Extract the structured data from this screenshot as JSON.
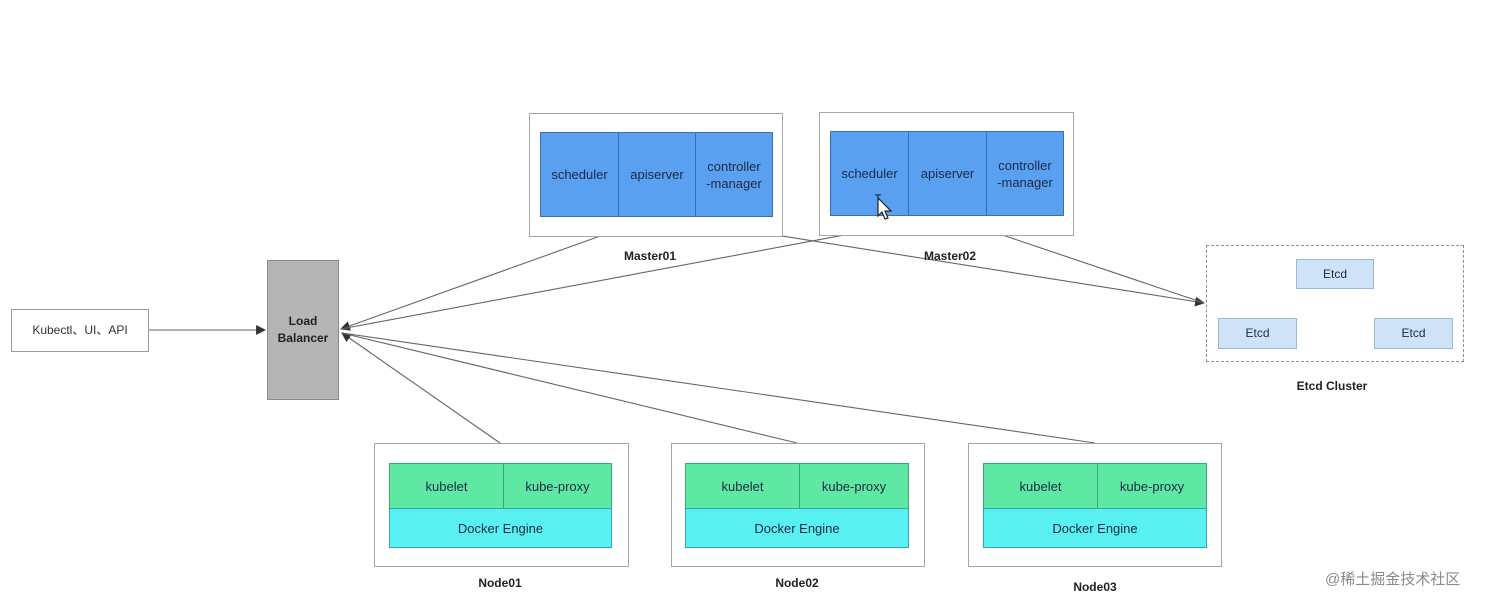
{
  "client": {
    "label": "Kubectl、UI、API"
  },
  "load_balancer": {
    "label": "Load\nBalancer"
  },
  "masters": [
    {
      "name": "Master01",
      "components": [
        "scheduler",
        "apiserver",
        "controller\n-manager"
      ]
    },
    {
      "name": "Master02",
      "components": [
        "scheduler",
        "apiserver",
        "controller\n-manager"
      ]
    }
  ],
  "nodes": [
    {
      "name": "Node01",
      "kubelet": "kubelet",
      "kube_proxy": "kube-proxy",
      "engine": "Docker Engine"
    },
    {
      "name": "Node02",
      "kubelet": "kubelet",
      "kube_proxy": "kube-proxy",
      "engine": "Docker Engine"
    },
    {
      "name": "Node03",
      "kubelet": "kubelet",
      "kube_proxy": "kube-proxy",
      "engine": "Docker Engine"
    }
  ],
  "etcd_cluster": {
    "name": "Etcd Cluster",
    "members": [
      "Etcd",
      "Etcd",
      "Etcd"
    ]
  },
  "watermark": "@稀土掘金技术社区",
  "colors": {
    "master_component": "#5aa0f0",
    "node_agent": "#5fe8a3",
    "docker_engine": "#59f0f2",
    "etcd_member": "#cfe3f8",
    "load_balancer": "#b5b5b5"
  }
}
